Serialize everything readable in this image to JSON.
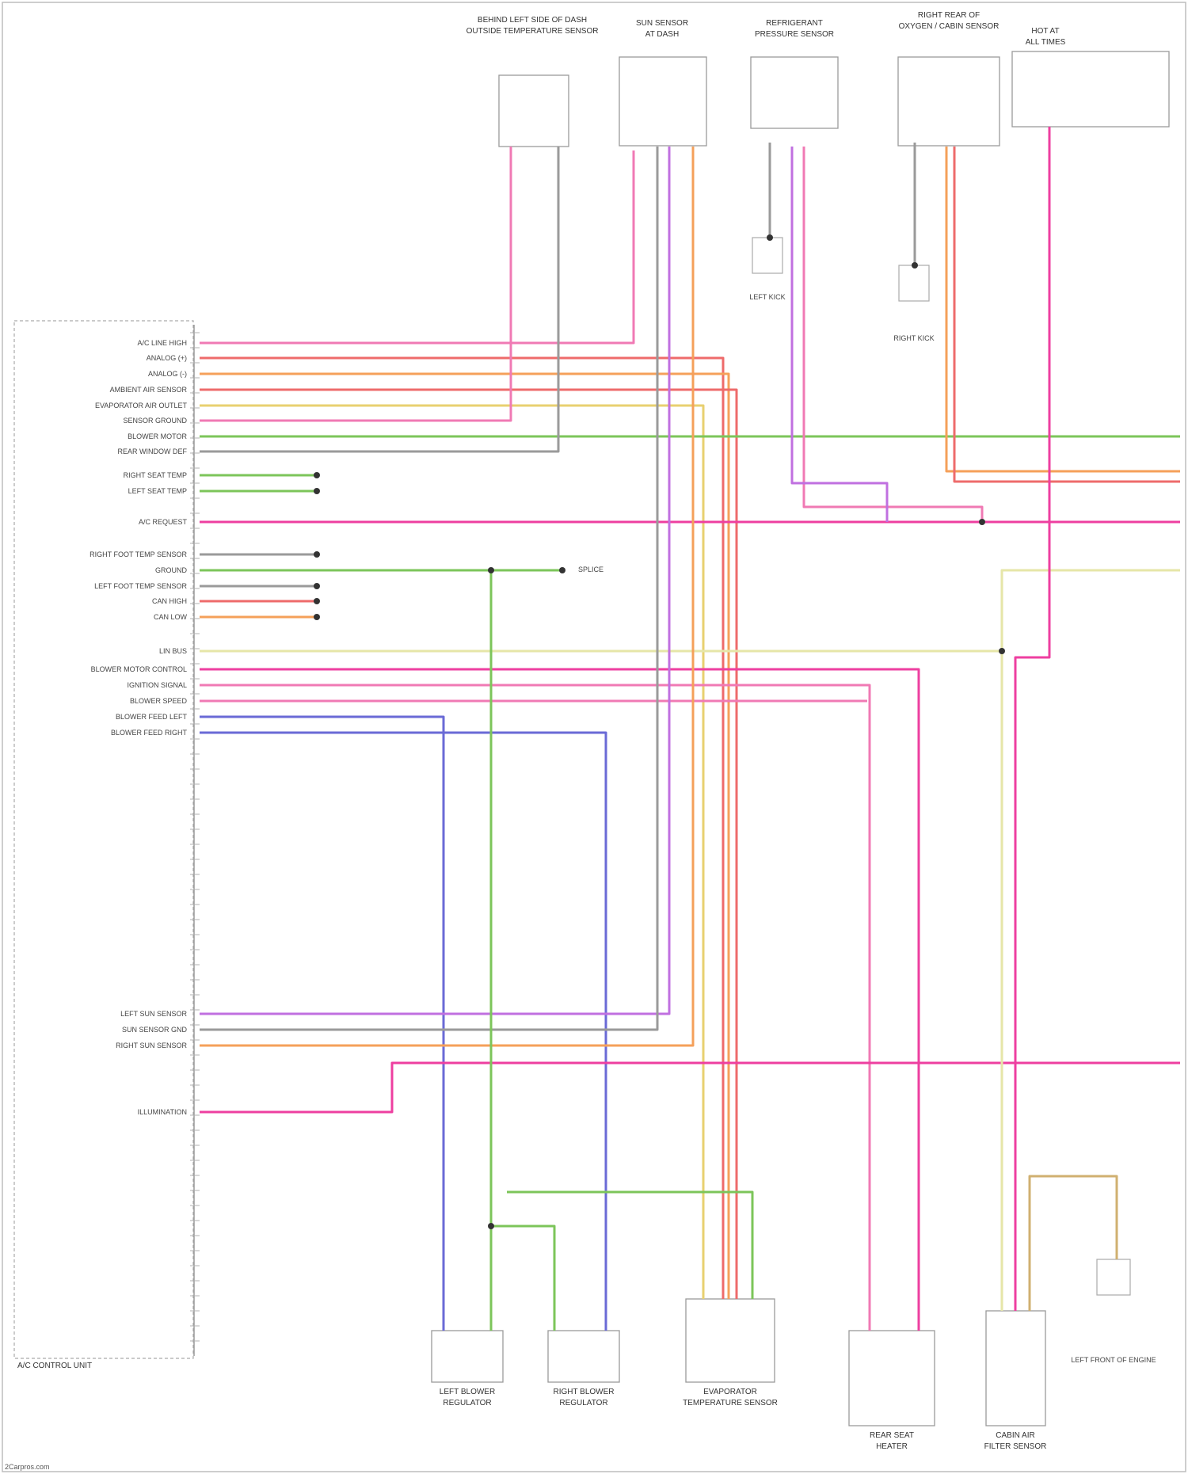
{
  "module_label": "A/C CONTROL UNIT",
  "pin_labels": [
    "A/C LINE HIGH",
    "ANALOG (+)",
    "ANALOG (-)",
    "AMBIENT AIR SENSOR",
    "EVAPORATOR AIR OUTLET",
    "SENSOR GROUND",
    "BLOWER MOTOR",
    "REAR WINDOW DEF",
    "RIGHT SEAT TEMP",
    "LEFT SEAT TEMP",
    "A/C REQUEST",
    "RIGHT FOOT TEMP SENSOR",
    "GROUND",
    "LEFT FOOT TEMP SENSOR",
    "CAN HIGH",
    "CAN LOW",
    "LIN BUS",
    "BLOWER MOTOR CONTROL",
    "IGNITION SIGNAL",
    "BLOWER SPEED",
    "BLOWER FEED LEFT",
    "BLOWER FEED RIGHT",
    "LEFT SUN SENSOR",
    "SUN SENSOR GND",
    "RIGHT SUN SENSOR",
    "ILLUMINATION"
  ],
  "components": [
    {
      "id": "c1",
      "name": "BEHIND LEFT SIDE OF DASH",
      "sub": "OUTSIDE TEMPERATURE SENSOR"
    },
    {
      "id": "c2",
      "name": "SUN SENSOR",
      "sub": "AT DASH"
    },
    {
      "id": "c3",
      "name": "REFRIGERANT",
      "sub": "PRESSURE SENSOR"
    },
    {
      "id": "c4",
      "name": "RIGHT REAR OF",
      "sub": "OXYGEN / CABIN SENSOR"
    },
    {
      "id": "c5",
      "name": "HOT AT",
      "sub": "ALL TIMES"
    },
    {
      "id": "c6",
      "name": "LEFT BLOWER",
      "sub": "REGULATOR"
    },
    {
      "id": "c7",
      "name": "RIGHT BLOWER",
      "sub": "REGULATOR"
    },
    {
      "id": "c8",
      "name": "EVAPORATOR",
      "sub": "TEMPERATURE SENSOR"
    },
    {
      "id": "c9",
      "name": "REAR SEAT",
      "sub": "HEATER"
    },
    {
      "id": "c10",
      "name": "CABIN AIR",
      "sub": "FILTER SENSOR"
    }
  ],
  "ground_labels": [
    "LEFT KICK",
    "RIGHT KICK",
    "LEFT FRONT OF ENGINE"
  ],
  "splice_label": "SPLICE",
  "footer_text": "2Carpros.com",
  "colors": {
    "pink": "#f07ab4",
    "red": "#ee6b6b",
    "orange": "#f5a05a",
    "yellow": "#e8d070",
    "green": "#7cc55a",
    "blue": "#6a6ad6",
    "violet": "#c070e0",
    "gray": "#9a9a9a",
    "magenta": "#ee3fa0",
    "tan": "#d0b070",
    "cream": "#e6e6a8"
  }
}
